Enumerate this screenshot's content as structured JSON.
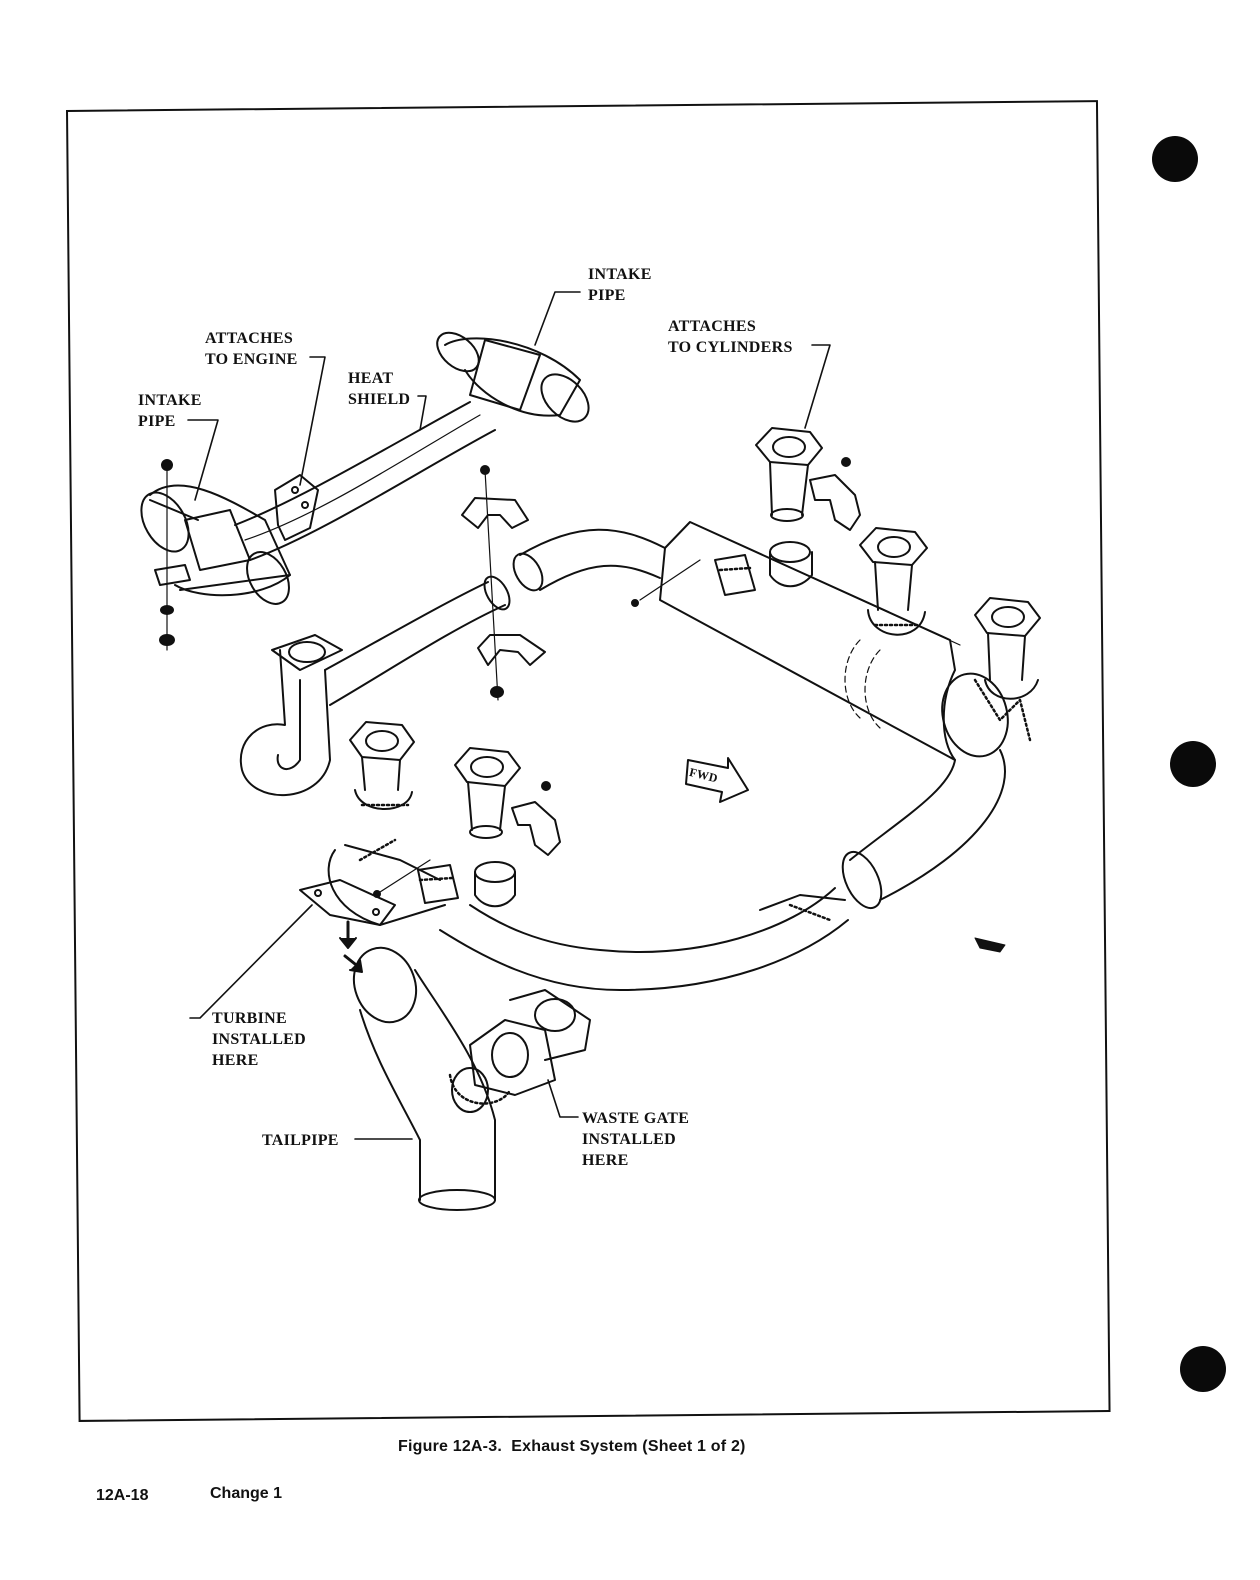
{
  "labels": {
    "intake_pipe_top": "INTAKE\nPIPE",
    "attaches_to_engine": "ATTACHES\nTO ENGINE",
    "heat_shield": "HEAT\nSHIELD",
    "intake_pipe_left": "INTAKE\nPIPE",
    "attaches_to_cylinders": "ATTACHES\nTO CYLINDERS",
    "turbine_installed_here": "TURBINE\nINSTALLED\nHERE",
    "tailpipe": "TAILPIPE",
    "waste_gate_installed_here": "WASTE GATE\nINSTALLED\nHERE",
    "fwd_marker": "FWD"
  },
  "caption": "Figure 12A-3.  Exhaust System (Sheet 1 of 2)",
  "footer": {
    "page_number": "12A-18",
    "change": "Change 1"
  }
}
